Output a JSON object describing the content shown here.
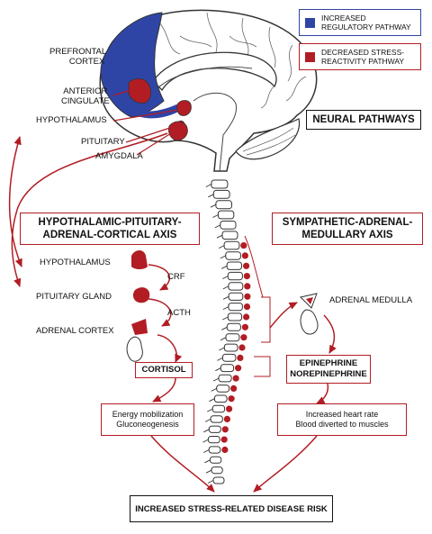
{
  "colors": {
    "regulatory": "#2f45a6",
    "stress": "#b21d24",
    "outline": "#333333",
    "spine": "#ffffff"
  },
  "legend": {
    "regulatory": "INCREASED REGULATORY PATHWAY",
    "stress": "DECREASED STRESS-REACTIVITY PATHWAY"
  },
  "neural_pathways": "NEURAL PATHWAYS",
  "brain_labels": {
    "prefrontal": [
      "PREFRONTAL",
      "CORTEX"
    ],
    "anterior_cingulate": [
      "ANTERIOR",
      "CINGULATE"
    ],
    "hypothalamus": "HYPOTHALAMUS",
    "pituitary": "PITUITARY",
    "amygdala": "AMYGDALA"
  },
  "hpa": {
    "title": [
      "HYPOTHALAMIC-PITUITARY-",
      "ADRENAL-CORTICAL AXIS"
    ],
    "hypothalamus": "HYPOTHALAMUS",
    "crf": "CRF",
    "pituitary_gland": "PITUITARY GLAND",
    "acth": "ACTH",
    "adrenal_cortex": "ADRENAL CORTEX",
    "cortisol": "CORTISOL",
    "effects": [
      "Energy mobilization",
      "Gluconeogenesis"
    ]
  },
  "sam": {
    "title": [
      "SYMPATHETIC-ADRENAL-",
      "MEDULLARY AXIS"
    ],
    "adrenal_medulla": "ADRENAL MEDULLA",
    "hormones": [
      "EPINEPHRINE",
      "NOREPINEPHRINE"
    ],
    "effects": [
      "Increased heart rate",
      "Blood diverted to muscles"
    ]
  },
  "outcome": "INCREASED STRESS-RELATED DISEASE RISK"
}
